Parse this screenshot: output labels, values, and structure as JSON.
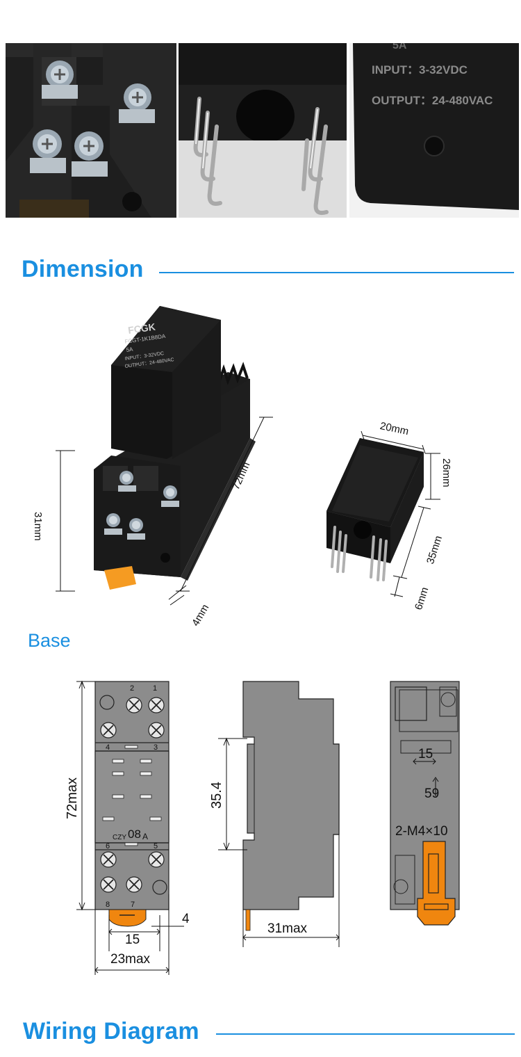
{
  "photos": [
    {
      "name": "terminal-screws-closeup"
    },
    {
      "name": "relay-pins-closeup"
    },
    {
      "name": "relay-label-closeup",
      "label_lines": [
        "INPUT：3-32VDC",
        "OUTPUT：24-480VAC"
      ],
      "top_fragment": "5A"
    }
  ],
  "dimension_section": {
    "title": "Dimension",
    "relay_label": {
      "brand": "FCGK",
      "model": "FCGT-1K1B8DA",
      "rating": "5A",
      "input": "INPUT：3-32VDC",
      "output": "OUTPUT：24-480VAC"
    },
    "left_dims": {
      "height": "31mm",
      "length": "72mm",
      "offset": "4mm"
    },
    "right_dims": {
      "width": "20mm",
      "top_height": "26mm",
      "body_height": "35mm",
      "pin_length": "6mm"
    }
  },
  "base_section": {
    "title": "Base",
    "front_view": {
      "terminal_numbers": [
        "2",
        "1",
        "4",
        "3",
        "6",
        "5",
        "8",
        "7"
      ],
      "model_text": "CZY",
      "model_big": "08",
      "model_suffix": "A",
      "height_label": "72max",
      "offset_label": "4",
      "pitch_label": "15",
      "width_label": "23max"
    },
    "side_view": {
      "rail_label": "35.4",
      "depth_label": "31max"
    },
    "back_view": {
      "pitch_label": "15",
      "spacing_label": "59",
      "screw_label": "2-M4×10"
    }
  },
  "wiring_section": {
    "title": "Wiring Diagram"
  },
  "colors": {
    "accent": "#1a8fe0",
    "drawing_fill": "#8c8c8c",
    "latch": "#f0860f",
    "relay_body": "#151515"
  }
}
